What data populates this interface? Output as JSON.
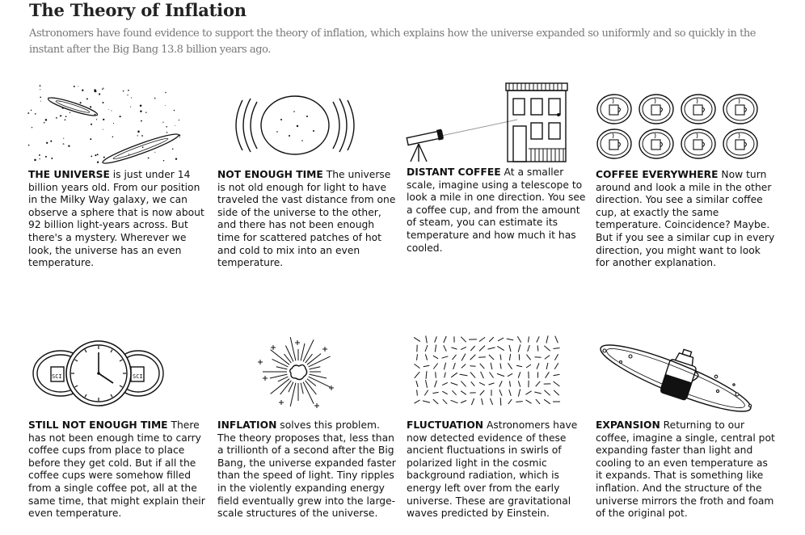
{
  "header": {
    "title": "The Theory of Inflation",
    "subtitle": "Astronomers have found evidence to support the theory of inflation, which explains how the universe expanded so uniformly and so quickly in the instant after the Big Bang 13.8 billion years ago."
  },
  "panels": [
    {
      "heading": "THE UNIVERSE",
      "text": " is just under 14 billion years old. From our position in the Milky Way galaxy, we can observe a sphere that is now about 92 billion light-years across. But there's a mystery. Wherever we look, the universe has an even temperature.",
      "icon": "galaxies-icon"
    },
    {
      "heading": "NOT ENOUGH TIME",
      "text": " The universe is not old enough for light to have traveled the vast distance from one side of the universe to the other, and there has not been enough time for scattered patches of hot and cold to mix into an even temperature.",
      "icon": "observable-universe-icon"
    },
    {
      "heading": "DISTANT COFFEE",
      "text": " At a smaller scale, imagine using a telescope to look a mile in one direction. You see a coffee cup, and from the amount of steam, you can estimate its temperature and how much it has cooled.",
      "icon": "telescope-building-icon"
    },
    {
      "heading": "COFFEE EVERYWHERE",
      "text": " Now turn around and look a mile in the other direction. You see a similar coffee cup, at exactly the same temperature. Coincidence? Maybe. But if you see a similar cup in every direction, you might want to look for another explanation.",
      "icon": "coffee-cups-grid-icon"
    },
    {
      "heading": "STILL NOT ENOUGH TIME",
      "text": " There has not been enough time to carry coffee cups from place to place before they get cold. But if all the coffee cups were somehow filled from a single coffee pot, all at the same time, that might explain their even temperature.",
      "icon": "clock-cups-icon",
      "cup_label": "SCI"
    },
    {
      "heading": "INFLATION",
      "text": " solves this problem. The theory proposes that, less than a trillionth of a second after the Big Bang, the universe expanded faster than the speed of light. Tiny ripples in the violently expanding energy field eventually grew into the large-scale structures of the universe.",
      "icon": "big-bang-burst-icon"
    },
    {
      "heading": "FLUCTUATION",
      "text": " Astronomers have now detected evidence of these ancient fluctuations in swirls of polarized light in the cosmic background radiation, which is energy left over from the early universe. These are gravitational waves predicted by Einstein.",
      "icon": "polarization-field-icon"
    },
    {
      "heading": "EXPANSION",
      "text": " Returning to our coffee, imagine a single, central pot expanding faster than light and cooling to an even temperature as it expands. That is something like inflation. And the structure of the universe mirrors the froth and foam of the original pot.",
      "icon": "coffee-pot-orbit-icon"
    }
  ]
}
